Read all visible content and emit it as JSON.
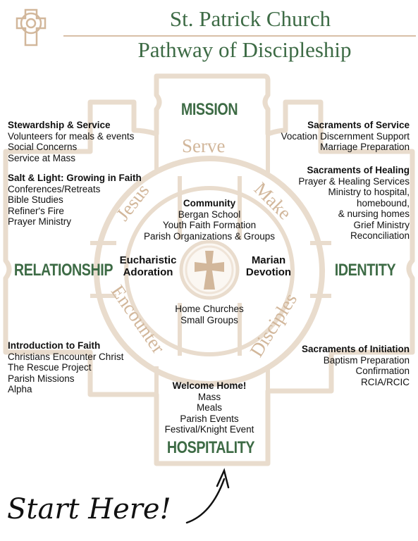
{
  "header": {
    "title_line1": "St. Patrick Church",
    "title_line2": "Pathway of Discipleship",
    "logo": "celtic-cross-icon"
  },
  "pillars": {
    "top": "MISSION",
    "left": "RELATIONSHIP",
    "right": "IDENTITY",
    "bottom": "HOSPITALITY"
  },
  "ring_words": {
    "top": "Serve",
    "upper_left": "Jesus",
    "upper_right": "Make",
    "lower_left": "Encounter",
    "lower_right": "Disciples"
  },
  "center": {
    "left": [
      "Eucharistic",
      "Adoration"
    ],
    "right": [
      "Marian",
      "Devotion"
    ],
    "top_heading": "Community",
    "top_items": [
      "Bergan School",
      "Youth Faith Formation",
      "Parish Organizations & Groups"
    ],
    "bottom_items": [
      "Home Churches",
      "Small Groups"
    ],
    "icon": "cross-icon"
  },
  "blocks": {
    "stewardship": {
      "heading": "Stewardship & Service",
      "items": [
        "Volunteers for meals & events",
        "Social Concerns",
        "Service at Mass"
      ]
    },
    "salt_light": {
      "heading": "Salt & Light: Growing in Faith",
      "items": [
        "Conferences/Retreats",
        "Bible Studies",
        "Refiner's Fire",
        "Prayer Ministry"
      ]
    },
    "intro_faith": {
      "heading": "Introduction to Faith",
      "items": [
        "Christians Encounter Christ",
        "The Rescue Project",
        "Parish Missions",
        "Alpha"
      ]
    },
    "sac_service": {
      "heading": "Sacraments of Service",
      "items": [
        "Vocation Discernment Support",
        "Marriage Preparation"
      ]
    },
    "sac_healing": {
      "heading": "Sacraments of Healing",
      "items": [
        "Prayer & Healing Services",
        "Ministry to hospital,",
        "homebound,",
        "& nursing homes",
        "Grief Ministry",
        "Reconciliation"
      ]
    },
    "sac_initiation": {
      "heading": "Sacraments of Initiation",
      "items": [
        "Baptism Preparation",
        "Confirmation",
        "RCIA/RCIC"
      ]
    },
    "welcome": {
      "heading": "Welcome Home!",
      "items": [
        "Mass",
        "Meals",
        "Parish Events",
        "Festival/Knight Event"
      ]
    }
  },
  "footer": {
    "start": "Start Here!",
    "arrow": "curved-arrow-icon"
  },
  "colors": {
    "green": "#3d6b45",
    "tan": "#d2b79b",
    "cream": "#f3ebe2",
    "dark_tan": "#b98f6a"
  }
}
